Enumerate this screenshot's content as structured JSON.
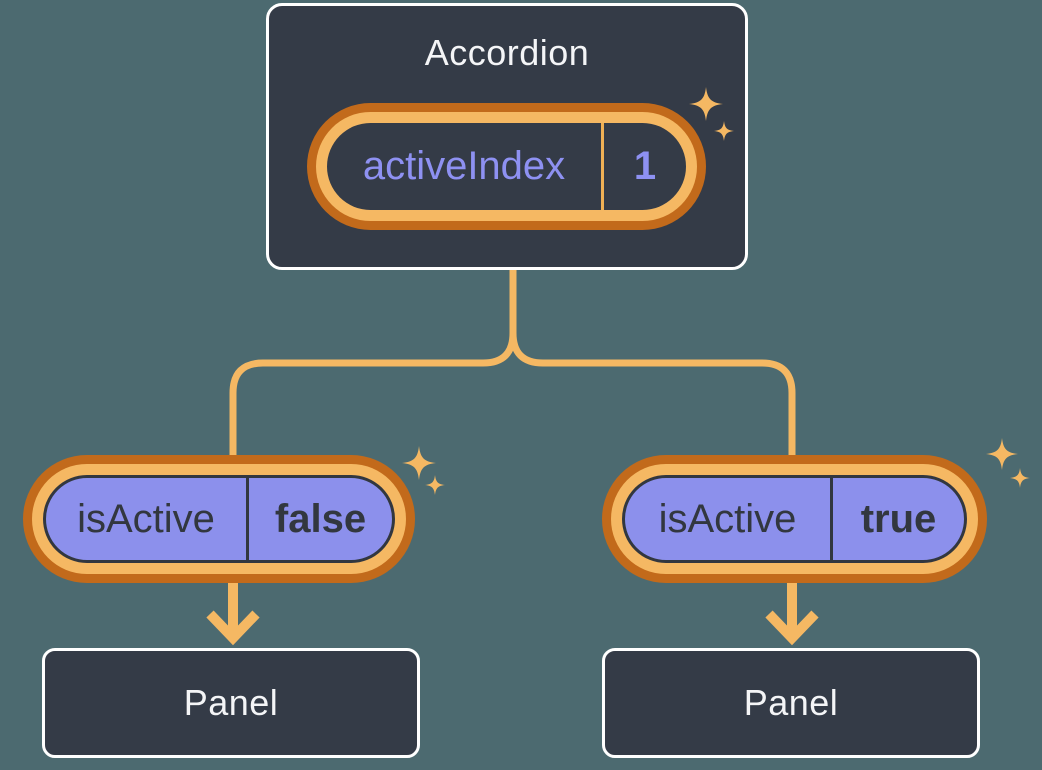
{
  "colors": {
    "background": "#4C6A70",
    "box_fill": "#343B47",
    "box_border": "#FFFFFF",
    "orange_dark": "#C26A1B",
    "orange_light": "#F5B863",
    "purple_fill": "#8C90EC",
    "purple_text": "#8E91F2",
    "dark_text": "#32373F",
    "light_text": "#F4F5F7"
  },
  "icons": {
    "sparkle": "✦"
  },
  "accordion": {
    "title": "Accordion",
    "state": {
      "label": "activeIndex",
      "value": "1"
    }
  },
  "children": [
    {
      "prop": {
        "label": "isActive",
        "value": "false"
      },
      "panel_title": "Panel"
    },
    {
      "prop": {
        "label": "isActive",
        "value": "true"
      },
      "panel_title": "Panel"
    }
  ]
}
